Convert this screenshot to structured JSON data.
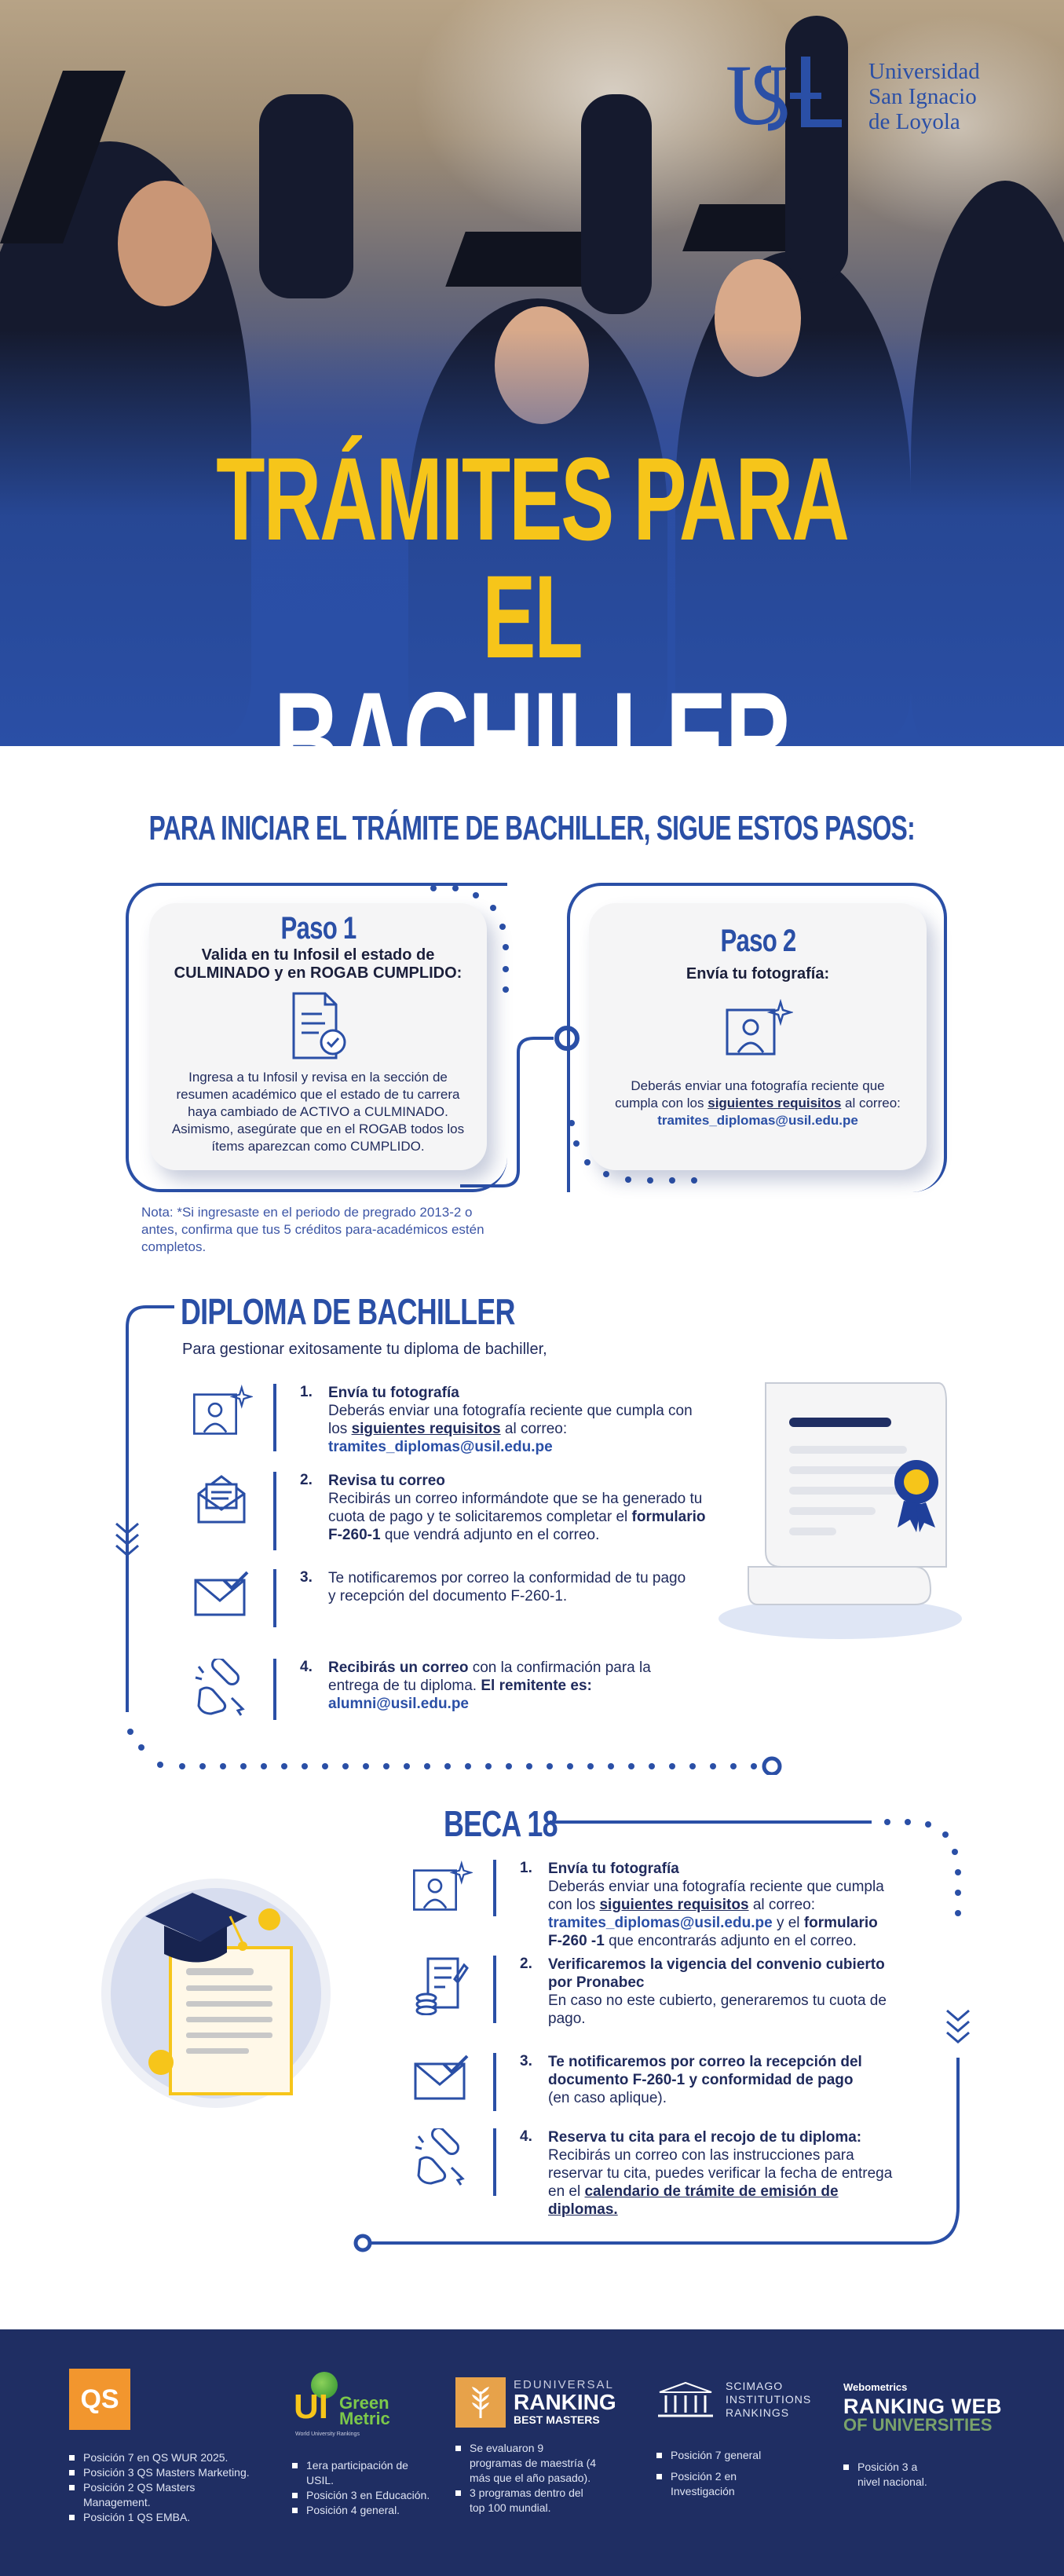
{
  "header": {
    "brand_line1": "Universidad",
    "brand_line2": "San Ignacio",
    "brand_line3": "de Loyola",
    "title_line1": "TRÁMITES PARA EL",
    "title_line2": "BACHILLER"
  },
  "steps": {
    "title": "PARA INICIAR EL TRÁMITE DE BACHILLER, SIGUE ESTOS PASOS:",
    "paso1": {
      "title": "Paso 1",
      "subtitle": "Valida en tu Infosil el estado de CULMINADO y en ROGAB CUMPLIDO:",
      "text": "Ingresa a tu Infosil y revisa en la sección de resumen académico que el estado de tu carrera haya cambiado de ACTIVO a CULMINADO. Asimismo, asegúrate que en el ROGAB todos los ítems aparezcan como CUMPLIDO."
    },
    "paso2": {
      "title": "Paso 2",
      "subtitle": "Envía tu fotografía:",
      "text_a": "Deberás enviar una fotografía reciente que cumpla con los",
      "link": "siguientes requisitos",
      "text_b": "al correo:",
      "email": "tramites_diplomas@usil.edu.pe"
    },
    "note": "Nota: *Si ingresaste en el periodo de pregrado 2013-2 o antes, confirma que tus 5 créditos para-académicos estén completos."
  },
  "diploma": {
    "title": "DIPLOMA DE BACHILLER",
    "intro": "Para gestionar exitosamente tu diploma de bachiller,",
    "items": [
      {
        "num": "1.",
        "head": "Envía tu fotografía",
        "text_a": "Deberás enviar una fotografía reciente que cumpla con los",
        "link": "siguientes requisitos",
        "text_b": "al correo:",
        "email": "tramites_diplomas@usil.edu.pe"
      },
      {
        "num": "2.",
        "head": "Revisa tu correo",
        "text_a": "Recibirás un correo informándote que se ha generado tu cuota de pago y te solicitaremos completar el",
        "bold": "formulario F-260-1",
        "text_b": "que vendrá adjunto en el correo."
      },
      {
        "num": "3.",
        "head": "Te notificaremos por correo la conformidad de tu pago y recepción del documento F-260-1."
      },
      {
        "num": "4.",
        "head": "Recibirás un correo",
        "text_a": "con la confirmación para la entrega de tu diploma.",
        "bold": "El remitente es:",
        "email": "alumni@usil.edu.pe"
      }
    ]
  },
  "beca": {
    "title": "BECA 18",
    "items": [
      {
        "num": "1.",
        "head": "Envía tu fotografía",
        "text_a": "Deberás enviar una fotografía reciente que cumpla con los",
        "link": "siguientes requisitos",
        "text_b": "al correo:",
        "email": "tramites_diplomas@usil.edu.pe",
        "text_c": "y el",
        "bold": "formulario F-260 -1",
        "text_d": "que encontrarás adjunto en el correo."
      },
      {
        "num": "2.",
        "head": "Verificaremos la vigencia del convenio cubierto por Pronabec",
        "text_a": "En caso no este cubierto, generaremos tu cuota de pago."
      },
      {
        "num": "3.",
        "head": "Te notificaremos por correo la recepción del documento F-260-1 y conformidad de pago",
        "text_a": "(en caso aplique)."
      },
      {
        "num": "4.",
        "head": "Reserva tu cita para el recojo de tu diploma:",
        "text_a": "Recibirás un correo con las instrucciones para reservar tu cita, puedes verificar la fecha de entrega en el",
        "link": "calendario de trámite de emisión de diplomas."
      }
    ]
  },
  "footer": {
    "qs": {
      "logo": "QS",
      "items": [
        "Posición 7 en QS WUR 2025.",
        "Posición 3 QS Masters Marketing.",
        "Posición 2 QS Masters Management.",
        "Posición 1 QS EMBA."
      ]
    },
    "greenmetric": {
      "logo_a": "UI",
      "logo_b": "Green",
      "logo_c": "Metric",
      "logo_sub": "World University Rankings",
      "items": [
        "1era participación de USIL.",
        "Posición 3 en Educación.",
        "Posición 4 general."
      ]
    },
    "eduniversal": {
      "logo_a": "EDUNIVERSAL",
      "logo_b": "RANKING",
      "logo_c": "BEST MASTERS",
      "items": [
        "Se evaluaron 9 programas de maestría (4 más que el año pasado).",
        "3 programas dentro del top 100 mundial."
      ]
    },
    "scimago": {
      "logo_a": "SCIMAGO",
      "logo_b": "INSTITUTIONS",
      "logo_c": "RANKINGS",
      "items": [
        "Posición 7 general",
        "Posición 2 en Investigación"
      ]
    },
    "webometrics": {
      "logo_a": "Webometrics",
      "logo_b": "RANKING WEB",
      "logo_c": "OF UNIVERSITIES",
      "items": [
        "Posición 3 a nivel nacional."
      ]
    }
  }
}
